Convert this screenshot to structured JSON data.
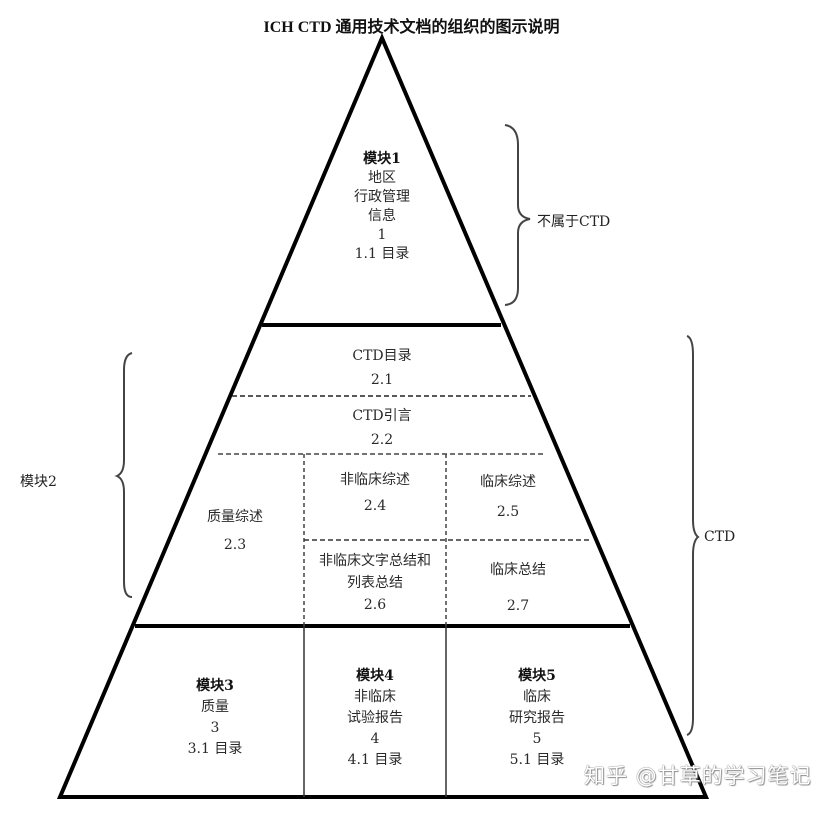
{
  "title": "ICH CTD 通用技术文档的组织的图示说明",
  "module1": {
    "heading": "模块1",
    "lines": [
      "地区",
      "行政管理",
      "信息",
      "1",
      "1.1  目录"
    ]
  },
  "brace_labels": {
    "not_ctd": "不属于CTD",
    "module2": "模块2",
    "ctd": "CTD"
  },
  "module2": {
    "s21": {
      "name": "CTD目录",
      "num": "2.1"
    },
    "s22": {
      "name": "CTD引言",
      "num": "2.2"
    },
    "s23": {
      "name": "质量综述",
      "num": "2.3"
    },
    "s24": {
      "name": "非临床综述",
      "num": "2.4"
    },
    "s25": {
      "name": "临床综述",
      "num": "2.5"
    },
    "s26": {
      "name_line1": "非临床文字总结和",
      "name_line2": "列表总结",
      "num": "2.6"
    },
    "s27": {
      "name": "临床总结",
      "num": "2.7"
    }
  },
  "module3": {
    "heading": "模块3",
    "lines": [
      "质量",
      "3",
      "3.1  目录"
    ]
  },
  "module4": {
    "heading": "模块4",
    "lines": [
      "非临床",
      "试验报告",
      "4",
      "4.1  目录"
    ]
  },
  "module5": {
    "heading": "模块5",
    "lines": [
      "临床",
      "研究报告",
      "5",
      "5.1  目录"
    ]
  },
  "watermark": "知乎 @甘草的学习笔记"
}
